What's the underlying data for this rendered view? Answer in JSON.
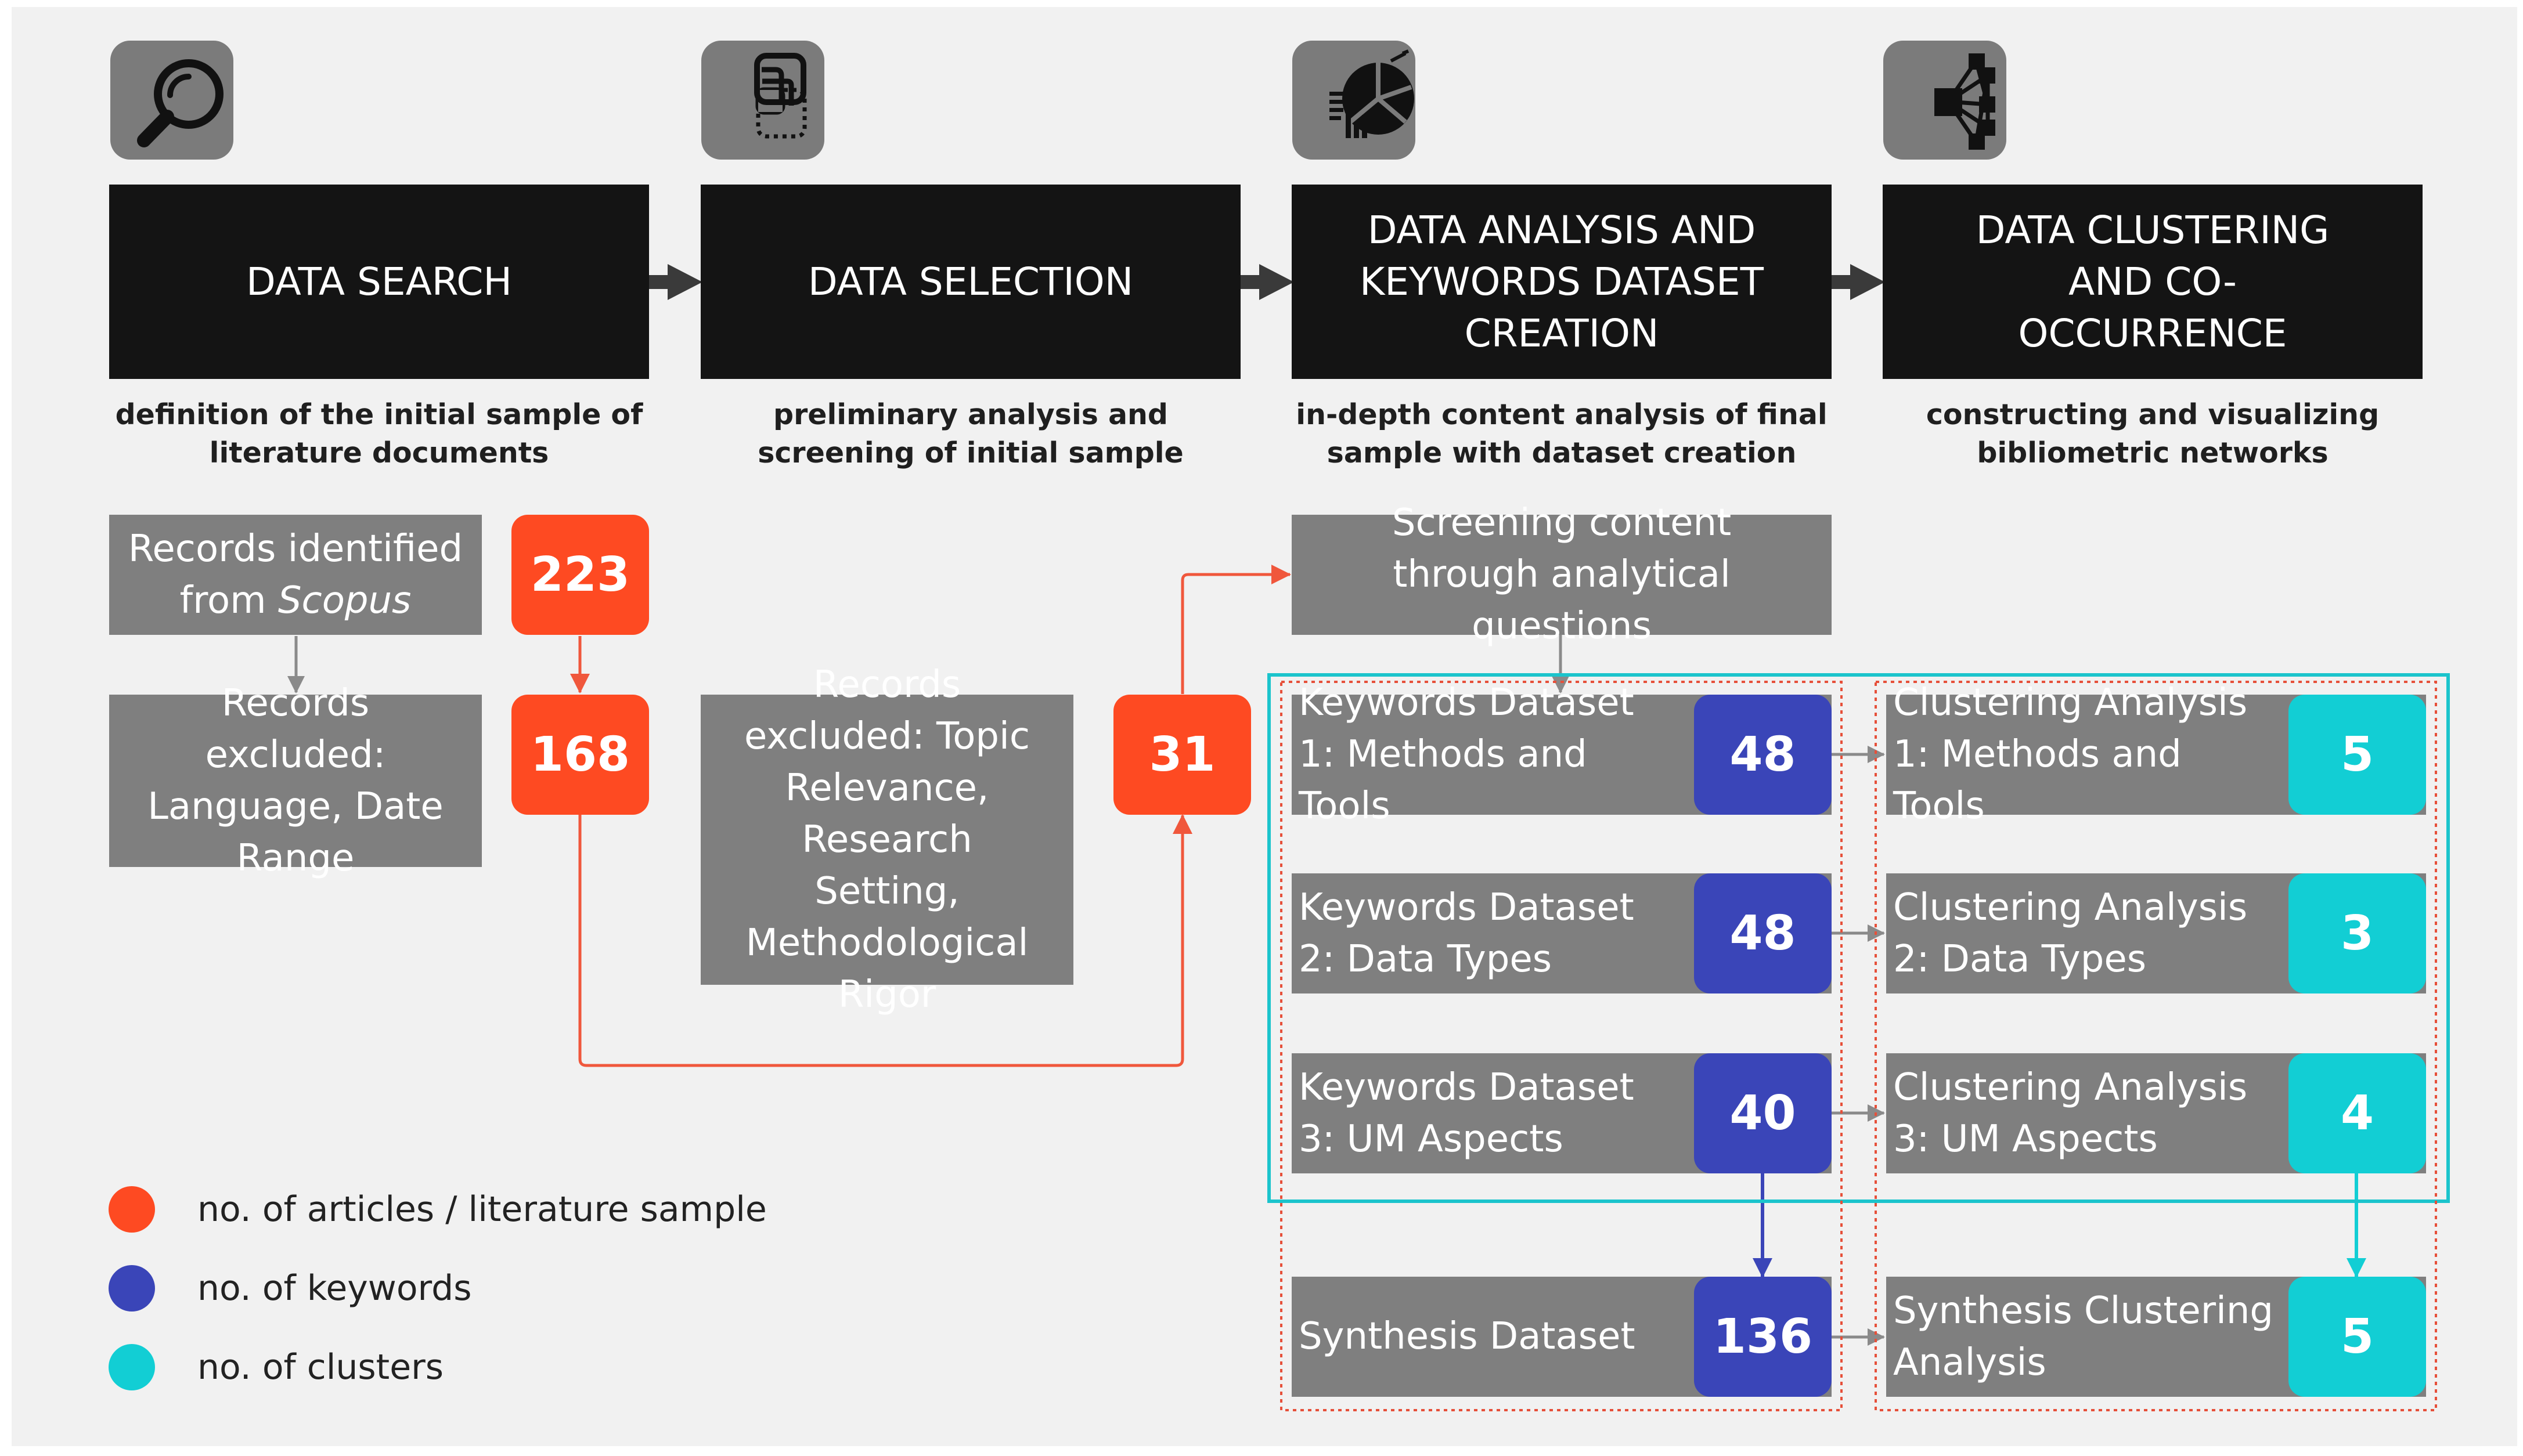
{
  "colors": {
    "article_count": "#fe4a22",
    "keyword_count": "#3a45b8",
    "cluster_count": "#12ced4",
    "phase_header": "#141414",
    "step_box": "#7f7f7f",
    "icon_tile": "#7b7b7b",
    "flow_line": "#f0573c",
    "grouping_frame": "#1bc4cc",
    "dotted_frame": "#e6503a"
  },
  "phases": [
    {
      "icon": "magnifier-icon",
      "title": "DATA SEARCH",
      "description": "definition of the initial sample of literature documents"
    },
    {
      "icon": "selection-squares-icon",
      "title": "DATA SELECTION",
      "description": "preliminary analysis and screening of initial sample"
    },
    {
      "icon": "pie-chart-analysis-icon",
      "title": "DATA ANALYSIS AND KEYWORDS DATASET CREATION",
      "description": "in-depth content analysis of final sample with dataset creation"
    },
    {
      "icon": "network-graph-icon",
      "title": "DATA CLUSTERING AND CO-OCCURRENCE",
      "description": "constructing and visualizing bibliometric networks"
    }
  ],
  "search": {
    "identified_prefix": "Records identified from",
    "identified_source": "Scopus",
    "identified_count": "223",
    "excluded_label": "Records excluded: Language, Date Range",
    "remaining_count": "168"
  },
  "selection": {
    "excluded_label": "Records excluded: Topic Relevance, Research Setting, Methodological Rigor",
    "final_count": "31"
  },
  "screening": {
    "label": "Screening content through analytical questions"
  },
  "keyword_datasets": [
    {
      "label": "Keywords Dataset 1: Methods and Tools",
      "count": "48"
    },
    {
      "label": "Keywords Dataset 2: Data Types",
      "count": "48"
    },
    {
      "label": "Keywords Dataset 3: UM Aspects",
      "count": "40"
    }
  ],
  "synthesis_dataset": {
    "label": "Synthesis Dataset",
    "count": "136"
  },
  "clustering_analyses": [
    {
      "label": "Clustering Analysis 1: Methods and Tools",
      "count": "5"
    },
    {
      "label": "Clustering Analysis 2: Data Types",
      "count": "3"
    },
    {
      "label": "Clustering Analysis 3: UM Aspects",
      "count": "4"
    }
  ],
  "synthesis_clustering": {
    "label": "Synthesis Clustering Analysis",
    "count": "5"
  },
  "legend": [
    {
      "color_key": "article_count",
      "label": "no. of articles / literature sample"
    },
    {
      "color_key": "keyword_count",
      "label": "no. of keywords"
    },
    {
      "color_key": "cluster_count",
      "label": "no. of clusters"
    }
  ]
}
